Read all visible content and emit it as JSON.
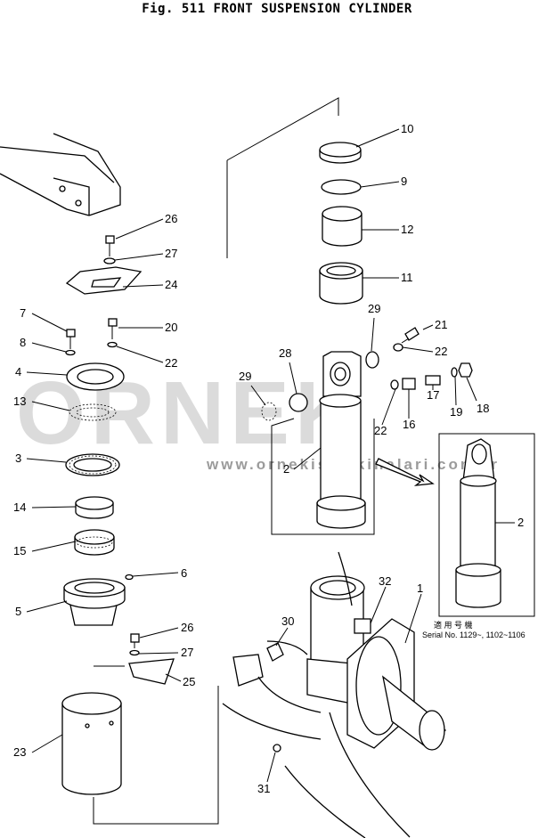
{
  "figure": {
    "title": "Fig. 511   FRONT SUSPENSION CYLINDER"
  },
  "serial": {
    "kanji": "適 用 号 機",
    "text": "Serial No. 1129~, 1102~1106"
  },
  "watermark": {
    "main": "ORNEK",
    "url": "www.ornekismakinalari.com.tr"
  },
  "callouts": {
    "c1": "1",
    "c2a": "2",
    "c2b": "2",
    "c3": "3",
    "c4": "4",
    "c5": "5",
    "c6": "6",
    "c7": "7",
    "c8": "8",
    "c9": "9",
    "c10": "10",
    "c11": "11",
    "c12": "12",
    "c13": "13",
    "c14": "14",
    "c15": "15",
    "c16": "16",
    "c17": "17",
    "c18": "18",
    "c19": "19",
    "c20": "20",
    "c21": "21",
    "c22a": "22",
    "c22b": "22",
    "c22c": "22",
    "c23": "23",
    "c24": "24",
    "c25": "25",
    "c26a": "26",
    "c26b": "26",
    "c27a": "27",
    "c27b": "27",
    "c28": "28",
    "c29a": "29",
    "c29b": "29",
    "c30": "30",
    "c31": "31",
    "c32": "32"
  }
}
